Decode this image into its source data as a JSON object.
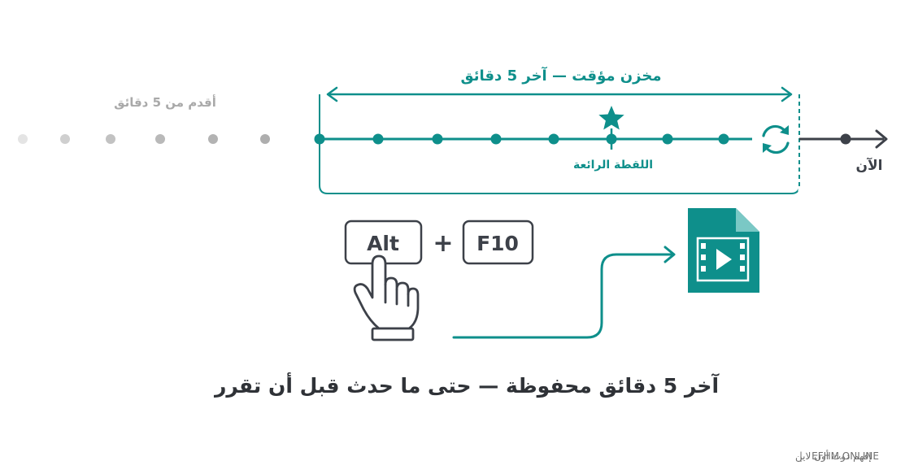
{
  "colors": {
    "teal": "#0e8f8b",
    "gray_dot": "#b3b3b3",
    "gray_text": "#a9a9a9",
    "dark": "#3d4149"
  },
  "timeline": {
    "old_label": "أقدم من 5 دقائق",
    "buffer_label": "مخزن مؤقت — آخر 5 دقائق",
    "moment_label": "اللقطة الرائعة",
    "now_label": "الآن"
  },
  "keys": {
    "alt": "Alt",
    "plus": "+",
    "f10": "F10"
  },
  "icons": {
    "star": "star-icon",
    "refresh": "refresh-icon",
    "pointer": "hand-pointer-icon",
    "video_file": "video-file-icon"
  },
  "caption": "آخر 5 دقائق محفوظة — حتى ما حدث قبل أن تقرر",
  "footer": {
    "brand": "EFHM.ONLINE",
    "separator": "|",
    "site_name": "إفهم دوت أون لاين"
  }
}
